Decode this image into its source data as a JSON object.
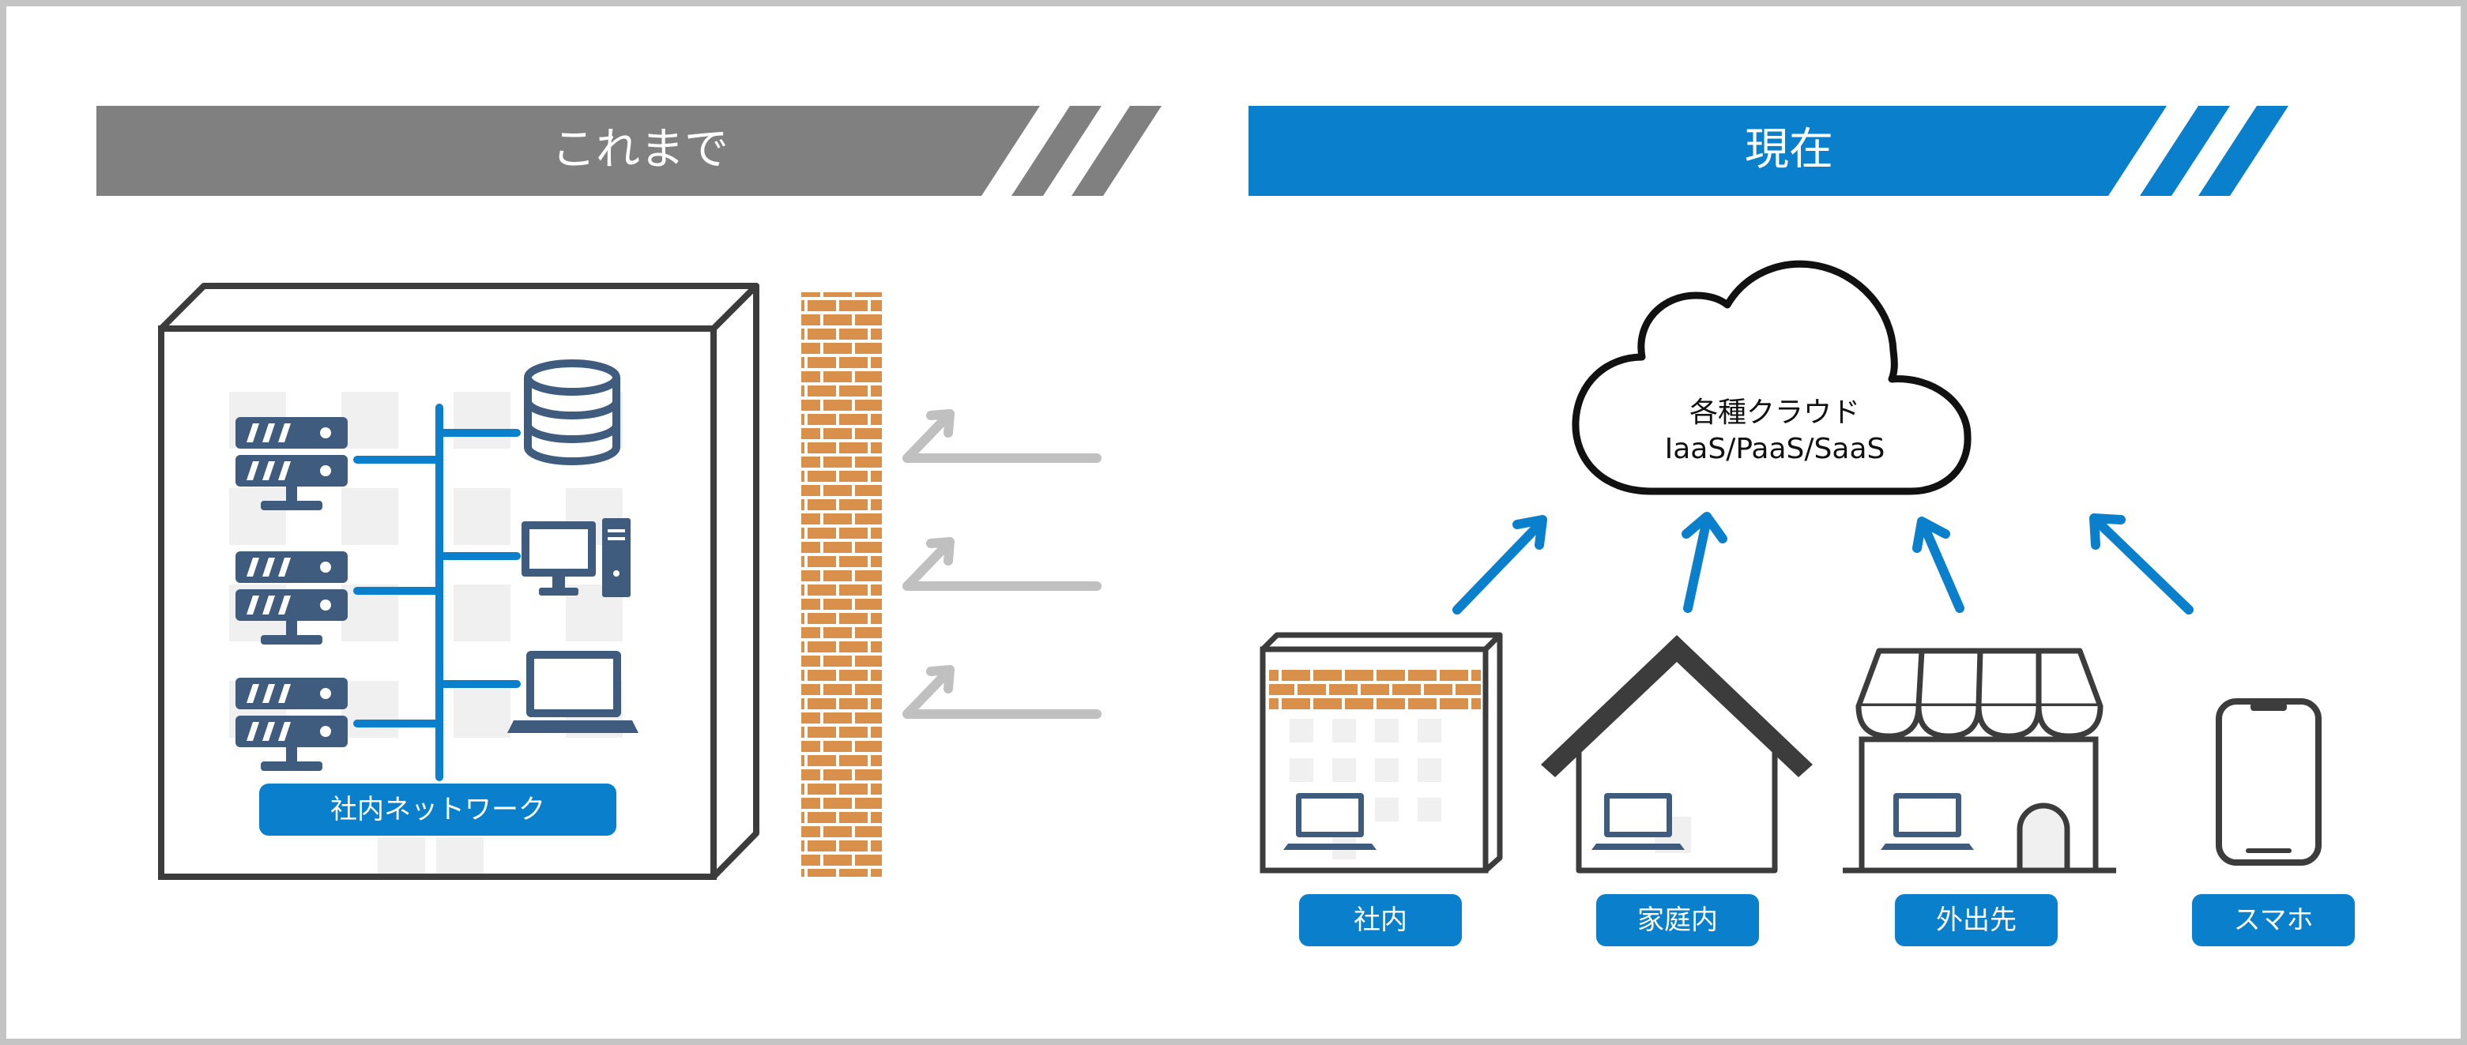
{
  "banners": {
    "before": "これまで",
    "now": "現在"
  },
  "network_label": "社内ネットワーク",
  "cloud": {
    "line1": "各種クラウド",
    "line2": "IaaS/PaaS/SaaS"
  },
  "locations": {
    "office": "社内",
    "home": "家庭内",
    "outside": "外出先",
    "smartphone": "スマホ"
  },
  "colors": {
    "blue": "#0a7fcb",
    "gray_banner": "#808080",
    "navy": "#3f5b7d",
    "brick": "#d9904a",
    "arrow_gray": "#c0c0c0",
    "outline": "#3c3c3c"
  }
}
